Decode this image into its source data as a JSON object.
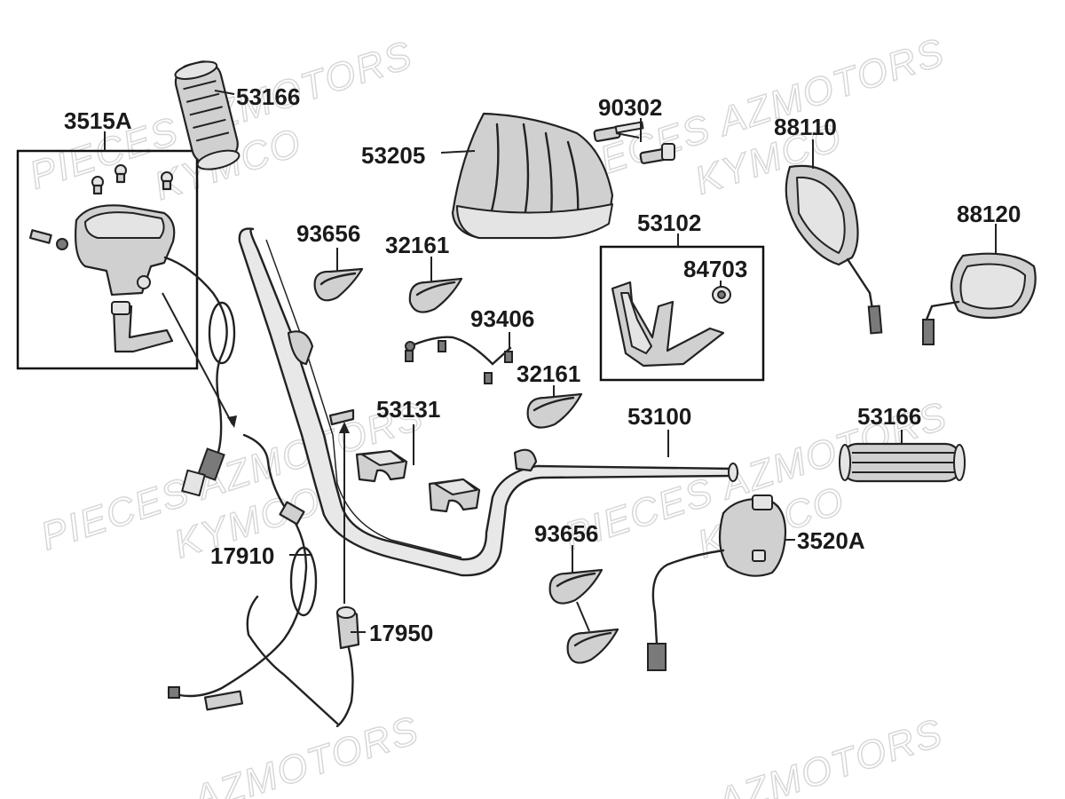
{
  "watermarks": {
    "line1": "PIECES AZMOTORS",
    "line2": "KYMCO",
    "line3": "AZMOTORS"
  },
  "parts": {
    "p3515A": "3515A",
    "p53166_top": "53166",
    "p53205": "53205",
    "p90302": "90302",
    "p88110": "88110",
    "p88120": "88120",
    "p93656_top": "93656",
    "p32161_top": "32161",
    "p53102": "53102",
    "p84703": "84703",
    "p93406": "93406",
    "p32161_mid": "32161",
    "p53131": "53131",
    "p53100": "53100",
    "p53166_right": "53166",
    "p17910": "17910",
    "p93656_bottom": "93656",
    "p3520A": "3520A",
    "p17950": "17950"
  }
}
